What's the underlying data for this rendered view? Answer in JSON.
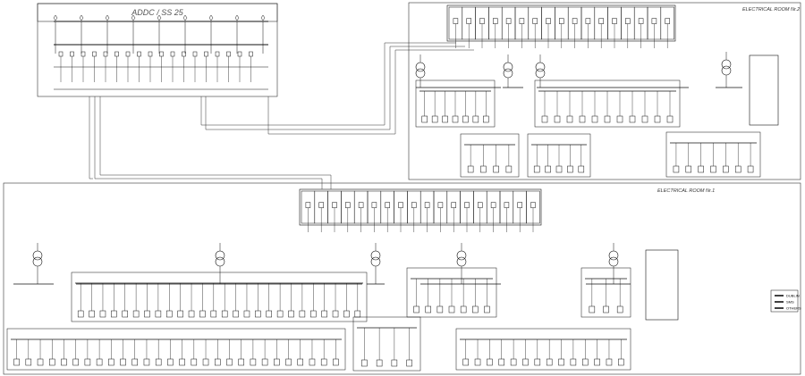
{
  "titles": {
    "substation": "ADDC / SS 25",
    "room2": "ELECTRICAL ROOM Nr.2",
    "room1": "ELECTRICAL ROOM Nr.1"
  },
  "legend": {
    "items": [
      {
        "label": "DUBLIN",
        "color": "#111111"
      },
      {
        "label": "SMS",
        "color": "#111111"
      },
      {
        "label": "OTHERS",
        "color": "#111111"
      }
    ]
  }
}
